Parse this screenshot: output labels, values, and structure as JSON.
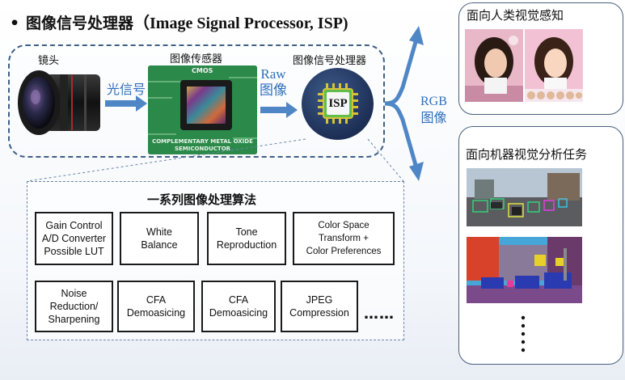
{
  "header": {
    "bullet": "•",
    "title_cn": "图像信号处理器",
    "title_en": "（Image Signal Processor, ISP)"
  },
  "pipeline": {
    "lens_label": "镜头",
    "light_signal": "光信号",
    "sensor_label": "图像传感器",
    "sensor_top_text": "CMOS",
    "sensor_bottom_text_1": "COMPLEMENTARY METAL OXIDE",
    "sensor_bottom_text_2": "SEMICONDUCTOR",
    "raw_line1": "Raw",
    "raw_line2": "图像",
    "isp_label": "图像信号处理器",
    "isp_chip_text": "ISP"
  },
  "output": {
    "rgb_line1": "RGB",
    "rgb_line2": "图像",
    "human_title": "面向人类视觉感知",
    "machine_title": "面向机器视觉分析任务"
  },
  "algorithms": {
    "title": "一系列图像处理算法",
    "row1": [
      "Gain Control\nA/D Converter\nPossible LUT",
      "White\nBalance",
      "Tone\nReproduction",
      "Color Space\nTransform +\nColor Preferences"
    ],
    "row2": [
      "Noise\nReduction/\nSharpening",
      "CFA\nDemoasicing",
      "CFA\nDemoasicing",
      "JPEG\nCompression"
    ],
    "ellipsis": "……"
  },
  "colors": {
    "arrow_blue": "#4f86c6",
    "dashed_border": "#3e5f86",
    "label_blue": "#2f6fbd"
  }
}
